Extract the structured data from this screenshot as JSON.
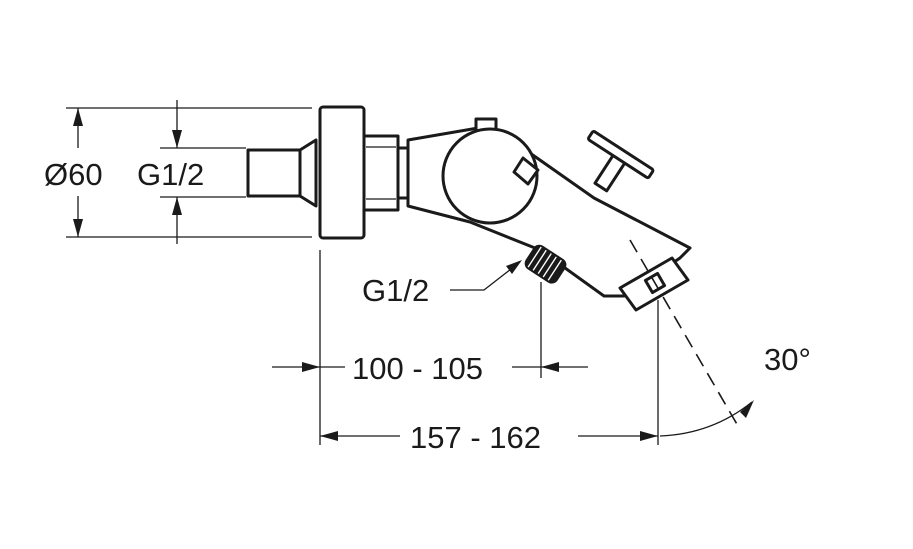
{
  "dimensions": {
    "diameter": "Ø60",
    "thread_inlet": "G1/2",
    "thread_outlet": "G1/2",
    "length_short": "100 - 105",
    "length_long": "157 - 162",
    "angle": "30°"
  },
  "colors": {
    "line": "#1a1a1a",
    "background": "#ffffff"
  }
}
